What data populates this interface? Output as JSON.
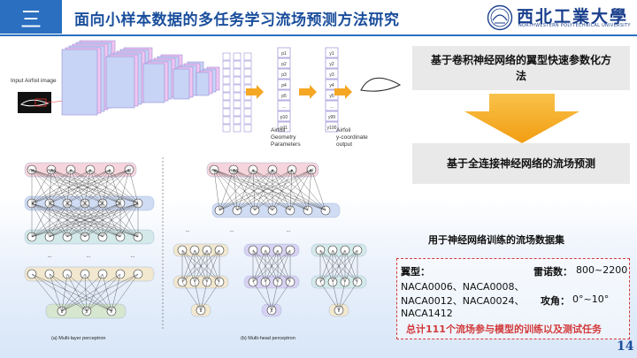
{
  "header": {
    "section_number": "三",
    "title": "面向小样本数据的多任务学习流场预测方法研究",
    "logo_text": "西北工業大學",
    "logo_subtitle": "NORTHWESTERN POLYTECHNICAL UNIVERSITY"
  },
  "cnn_figure": {
    "input_label": "Input Airfoil image",
    "params_label": [
      "Airfoil",
      "Geometry",
      "Parameters"
    ],
    "output_label": [
      "Airfoil",
      "y-coordinate",
      "output"
    ],
    "p_nodes": [
      "p1",
      "p2",
      "p3",
      "p4",
      "p5",
      "...",
      "p10",
      "p11"
    ],
    "y_nodes": [
      "y1",
      "y2",
      "y3",
      "y4",
      "y5",
      "...",
      "y99",
      "y100"
    ]
  },
  "mlp_figure": {
    "inputs": [
      "Re",
      "AOA",
      "x",
      "y",
      "y",
      "Cl"
    ],
    "outputs": [
      "u",
      "p",
      "v"
    ],
    "caption_a": "(a) Multi-layer perceptron",
    "caption_b": "(b) Multi-head perceptron",
    "ellipsis": "..."
  },
  "right_panel": {
    "box1": "基于卷积神经网络的翼型快速参数化方法",
    "box2": "基于全连接神经网络的流场预测",
    "dataset_title": "用于神经网络训练的流场数据集",
    "airfoil_label": "翼型：",
    "reynolds_label": "雷诺数：",
    "reynolds_value": "800~2200",
    "naca_line1": "NACA0006、NACA0008、",
    "naca_line2": "NACA0012、NACA0024、",
    "naca_line3": "NACA1412",
    "aoa_label": "攻角：",
    "aoa_value": "0°~10°",
    "summary": "总计111个流场参与模型的训练以及测试任务"
  },
  "page_number": "14",
  "colors": {
    "brand_blue": "#2a6fc0",
    "title_blue": "#1a4e9c",
    "accent_red": "#d23a3a",
    "arrow_orange": "#f5a623"
  }
}
